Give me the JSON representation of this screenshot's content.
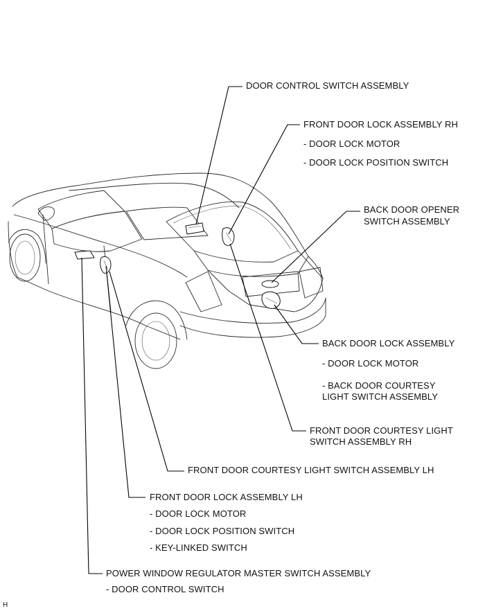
{
  "labels": {
    "door_control_switch_assembly": "DOOR CONTROL SWITCH ASSEMBLY",
    "front_door_lock_rh": {
      "title": "FRONT DOOR LOCK ASSEMBLY RH",
      "items": [
        "- DOOR LOCK MOTOR",
        "- DOOR LOCK POSITION SWITCH"
      ]
    },
    "back_door_opener_switch": {
      "line1": "BACK DOOR OPENER",
      "line2": "SWITCH ASSEMBLY"
    },
    "back_door_lock": {
      "title": "BACK DOOR LOCK ASSEMBLY",
      "item1": "- DOOR LOCK MOTOR",
      "item2_line1": "- BACK DOOR COURTESY",
      "item2_line2": "LIGHT SWITCH ASSEMBLY"
    },
    "front_courtesy_rh": {
      "line1": "FRONT DOOR COURTESY LIGHT",
      "line2": "SWITCH ASSEMBLY RH"
    },
    "front_courtesy_lh": "FRONT DOOR COURTESY LIGHT SWITCH ASSEMBLY LH",
    "front_door_lock_lh": {
      "title": "FRONT DOOR LOCK ASSEMBLY LH",
      "items": [
        "- DOOR LOCK MOTOR",
        "- DOOR LOCK POSITION SWITCH",
        "- KEY-LINKED SWITCH"
      ]
    },
    "power_window_master": {
      "title": "POWER WINDOW REGULATOR MASTER SWITCH ASSEMBLY",
      "item": "- DOOR CONTROL SWITCH"
    }
  },
  "corner_code": "H"
}
